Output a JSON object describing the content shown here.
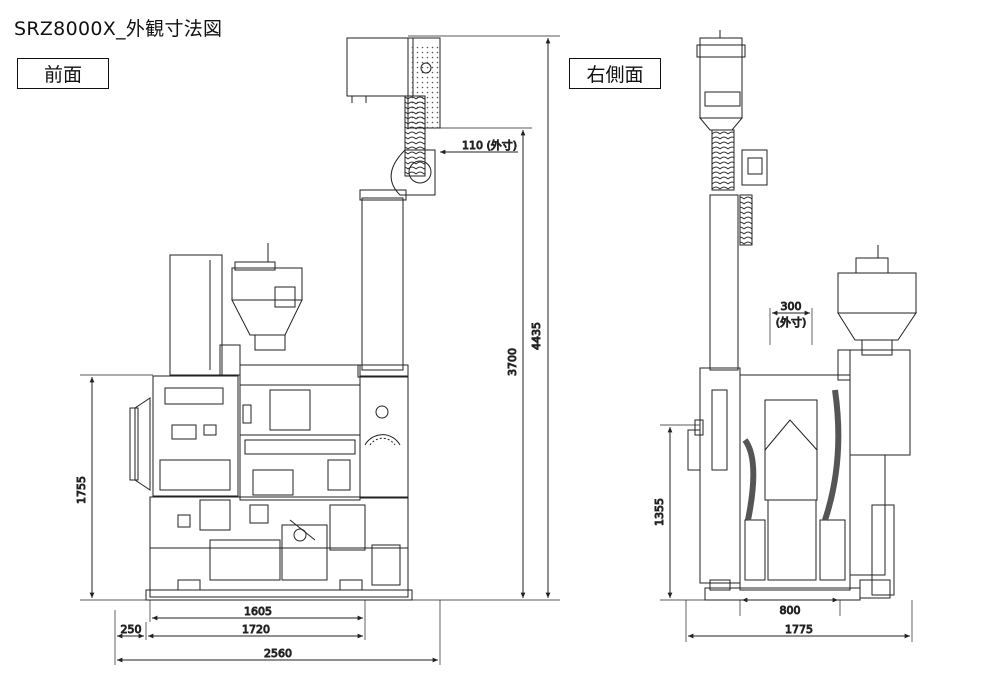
{
  "document": {
    "title": "SRZ8000X_外観寸法図"
  },
  "views": {
    "front": {
      "label": "前面"
    },
    "side": {
      "label": "右側面"
    }
  },
  "dimensions": {
    "front": {
      "total_height": "4435",
      "elevator_height": "3700",
      "body_height": "1755",
      "elevator_offset": "110 (外寸)",
      "width_1605": "1605",
      "width_1720": "1720",
      "width_250": "250",
      "width_2560": "2560"
    },
    "side": {
      "hopper_width_value": "300",
      "hopper_width_note": "(外寸)",
      "body_height": "1355",
      "width_800": "800",
      "width_1775": "1775"
    }
  }
}
